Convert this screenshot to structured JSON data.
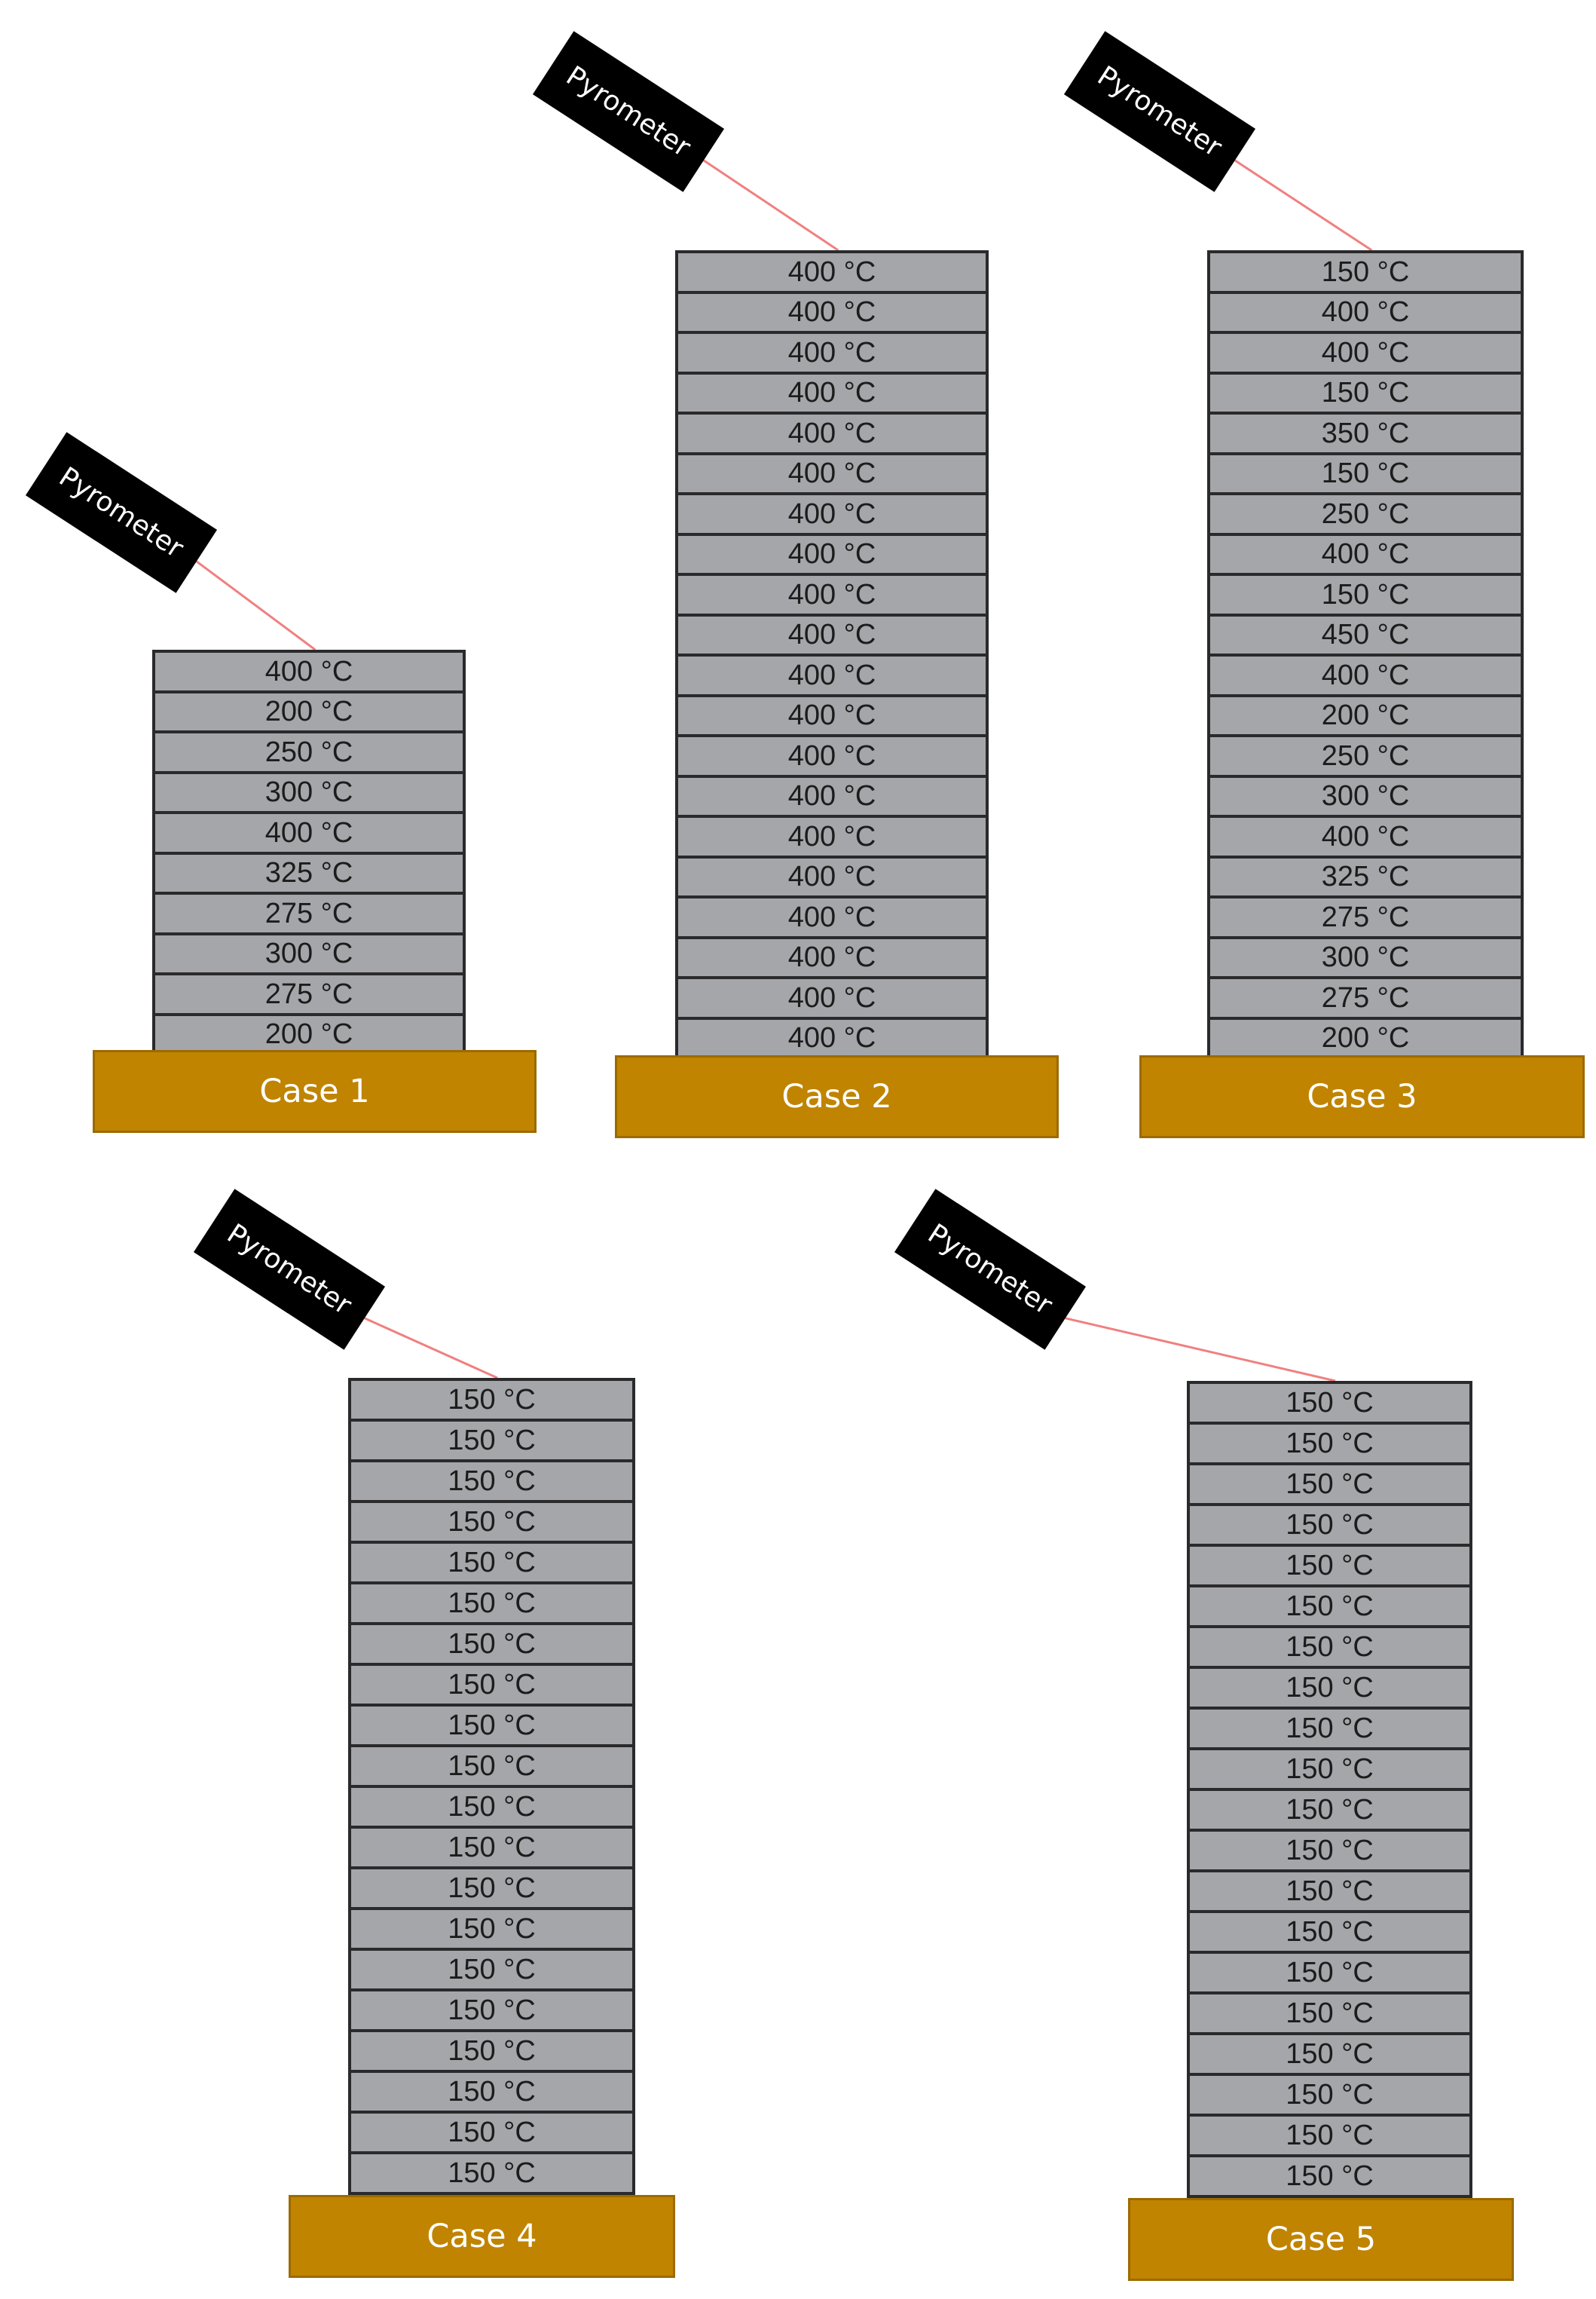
{
  "cases": [
    {
      "label": "Case 1",
      "pyrometer_label": "Pyrometer",
      "layers": [
        "400 °C",
        "200 °C",
        "250 °C",
        "300 °C",
        "400 °C",
        "325 °C",
        "275 °C",
        "300 °C",
        "275 °C",
        "200 °C"
      ]
    },
    {
      "label": "Case 2",
      "pyrometer_label": "Pyrometer",
      "layers": [
        "400 °C",
        "400 °C",
        "400 °C",
        "400 °C",
        "400 °C",
        "400 °C",
        "400 °C",
        "400 °C",
        "400 °C",
        "400 °C",
        "400 °C",
        "400 °C",
        "400 °C",
        "400 °C",
        "400 °C",
        "400 °C",
        "400 °C",
        "400 °C",
        "400 °C",
        "400 °C"
      ]
    },
    {
      "label": "Case 3",
      "pyrometer_label": "Pyrometer",
      "layers": [
        "150 °C",
        "400 °C",
        "400 °C",
        "150 °C",
        "350 °C",
        "150 °C",
        "250 °C",
        "400 °C",
        "150 °C",
        "450 °C",
        "400 °C",
        "200 °C",
        "250 °C",
        "300 °C",
        "400 °C",
        "325 °C",
        "275 °C",
        "300 °C",
        "275 °C",
        "200 °C"
      ]
    },
    {
      "label": "Case 4",
      "pyrometer_label": "Pyrometer",
      "layers": [
        "150 °C",
        "150 °C",
        "150 °C",
        "150 °C",
        "150 °C",
        "150 °C",
        "150 °C",
        "150 °C",
        "150 °C",
        "150 °C",
        "150 °C",
        "150 °C",
        "150 °C",
        "150 °C",
        "150 °C",
        "150 °C",
        "150 °C",
        "150 °C",
        "150 °C",
        "150 °C"
      ]
    },
    {
      "label": "Case 5",
      "pyrometer_label": "Pyrometer",
      "layers": [
        "150 °C",
        "150 °C",
        "150 °C",
        "150 °C",
        "150 °C",
        "150 °C",
        "150 °C",
        "150 °C",
        "150 °C",
        "150 °C",
        "150 °C",
        "150 °C",
        "150 °C",
        "150 °C",
        "150 °C",
        "150 °C",
        "150 °C",
        "150 °C",
        "150 °C",
        "150 °C"
      ]
    }
  ],
  "colors": {
    "layer_fill": "#a5a6aa",
    "layer_border": "#2a2a2c",
    "base_fill": "#c08400",
    "pyrometer_fill": "#000000",
    "beam": "#f08080"
  }
}
